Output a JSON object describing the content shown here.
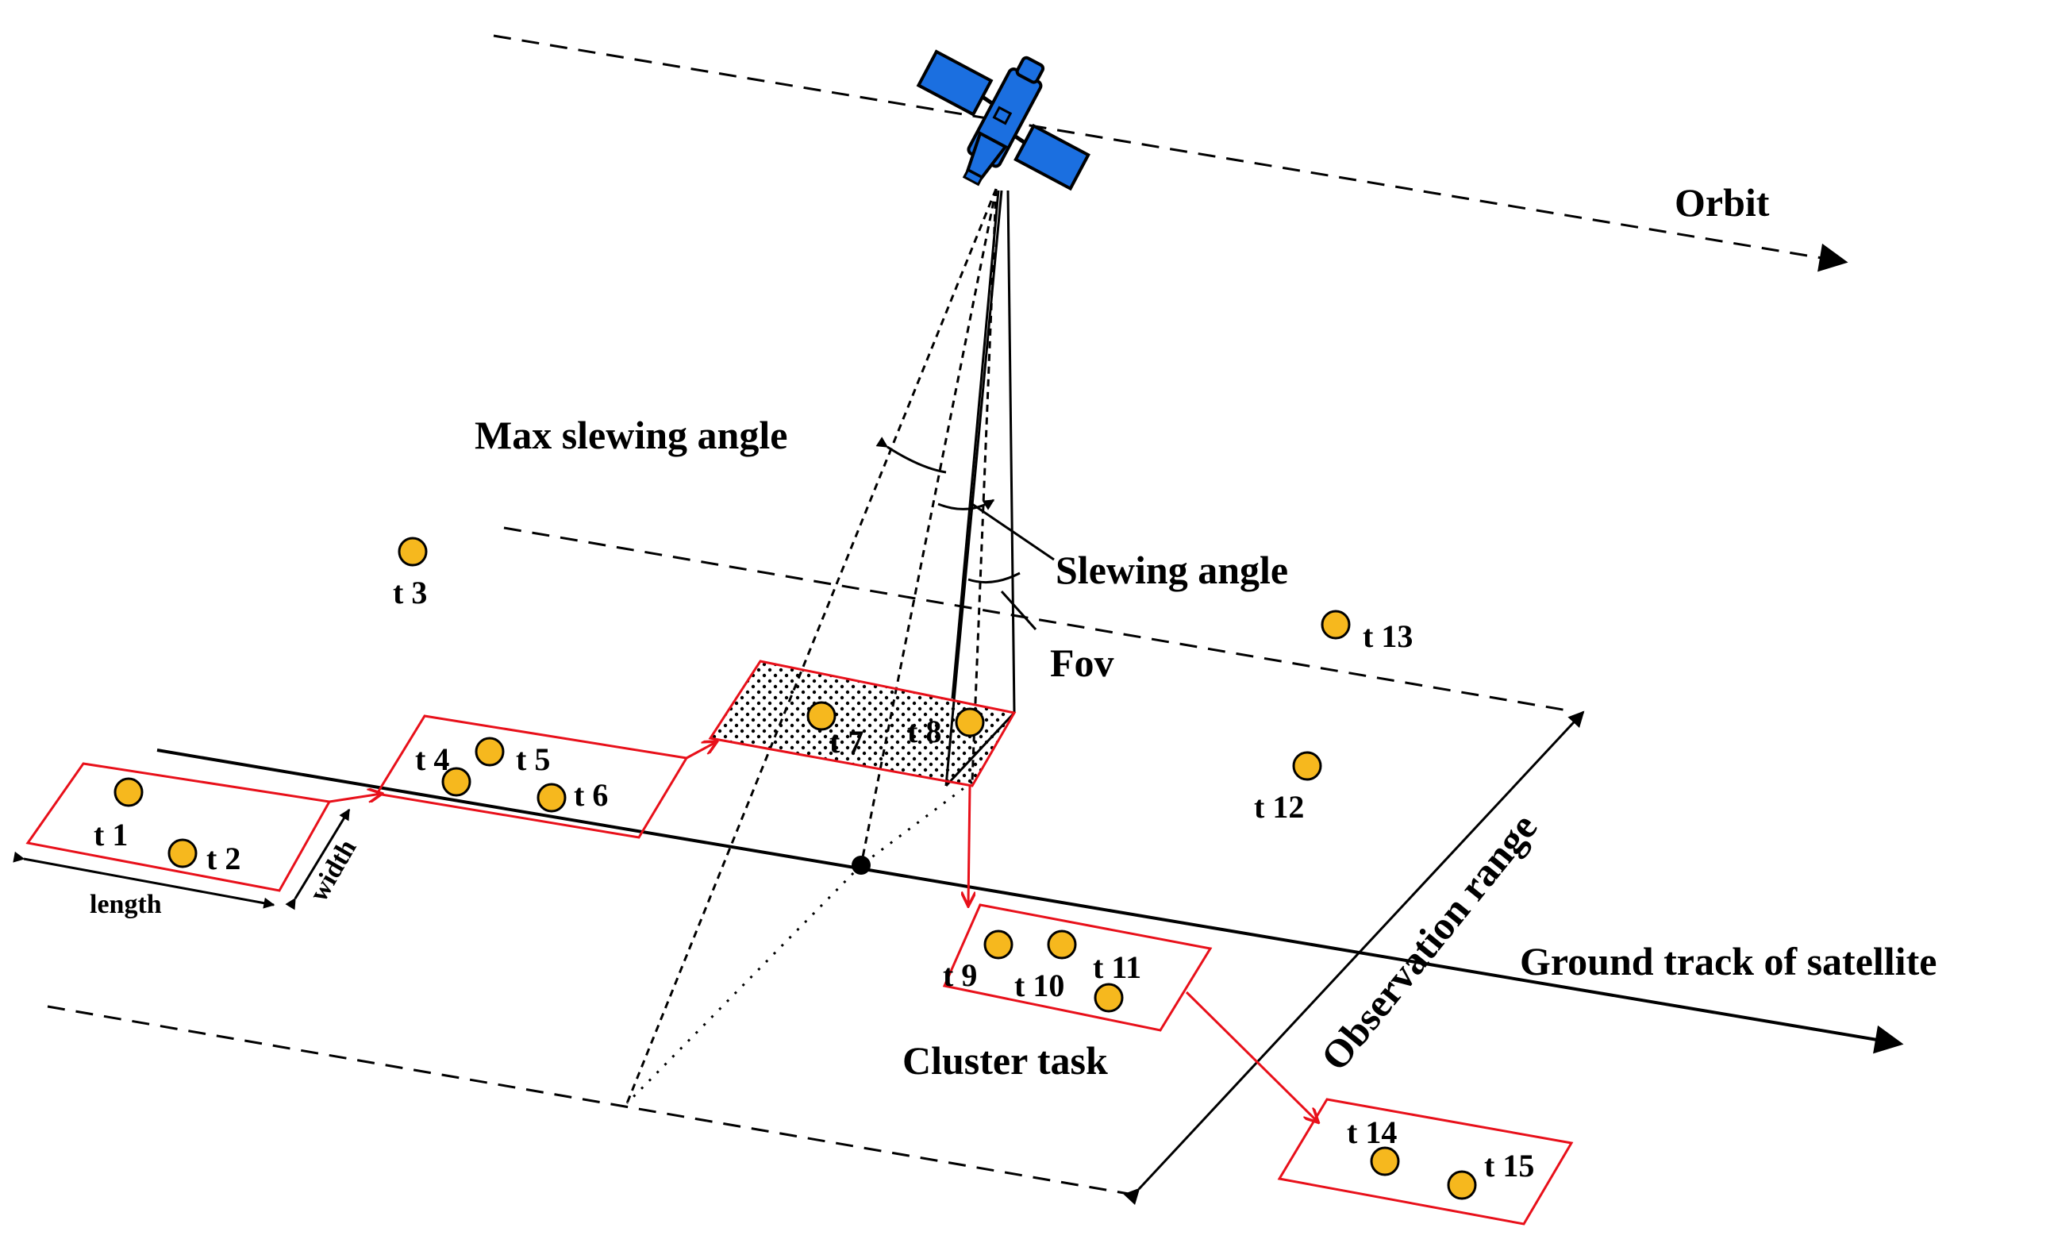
{
  "labels": {
    "orbit": "Orbit",
    "max_slewing_angle": "Max slewing angle",
    "slewing_angle": "Slewing angle",
    "fov": "Fov",
    "observation_range": "Observation range",
    "ground_track": "Ground track of satellite",
    "cluster_task": "Cluster task",
    "length": "length",
    "width": "width"
  },
  "targets": [
    "t 1",
    "t 2",
    "t 3",
    "t 4",
    "t 5",
    "t 6",
    "t 7",
    "t 8",
    "t 9",
    "t 10",
    "t 11",
    "t 12",
    "t 13",
    "t 14",
    "t 15"
  ],
  "colors": {
    "target_fill": "#F6B81E",
    "cluster_outline": "#E8101A",
    "satellite_blue": "#1B6FE0",
    "line": "#000000"
  },
  "icons": {
    "satellite": "satellite-icon"
  }
}
